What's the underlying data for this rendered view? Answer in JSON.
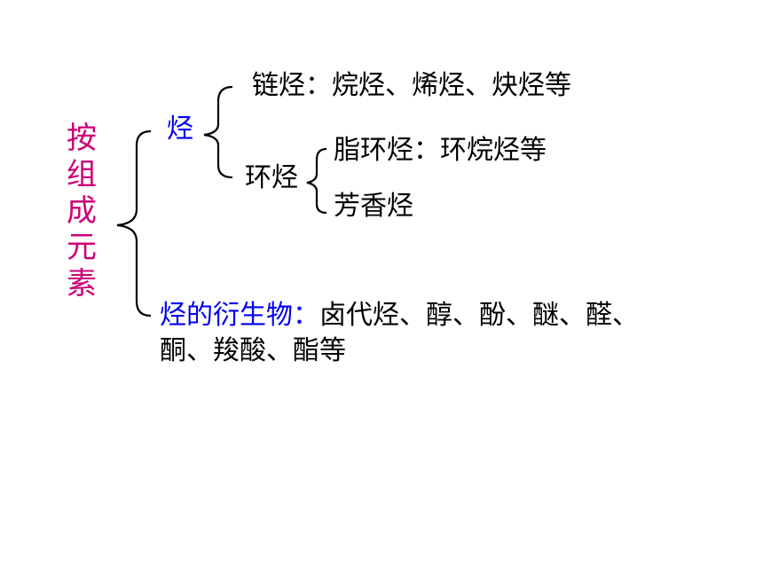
{
  "root": {
    "label": "按组成元素"
  },
  "hydrocarbon": {
    "label": "烃",
    "chain": {
      "label": "链烃：烷烃、烯烃、炔烃等"
    },
    "cyclic": {
      "label": "环烃",
      "alicyclic": "脂环烃：环烷烃等",
      "aromatic": "芳香烃"
    }
  },
  "derivatives": {
    "heading": "烃的衍生物：",
    "line1": "卤代烃、醇、酚、醚、醛、",
    "line2": "酮、羧酸、酯等"
  },
  "colors": {
    "root": "#cc0077",
    "accent": "#0000ee",
    "text": "#000000"
  }
}
